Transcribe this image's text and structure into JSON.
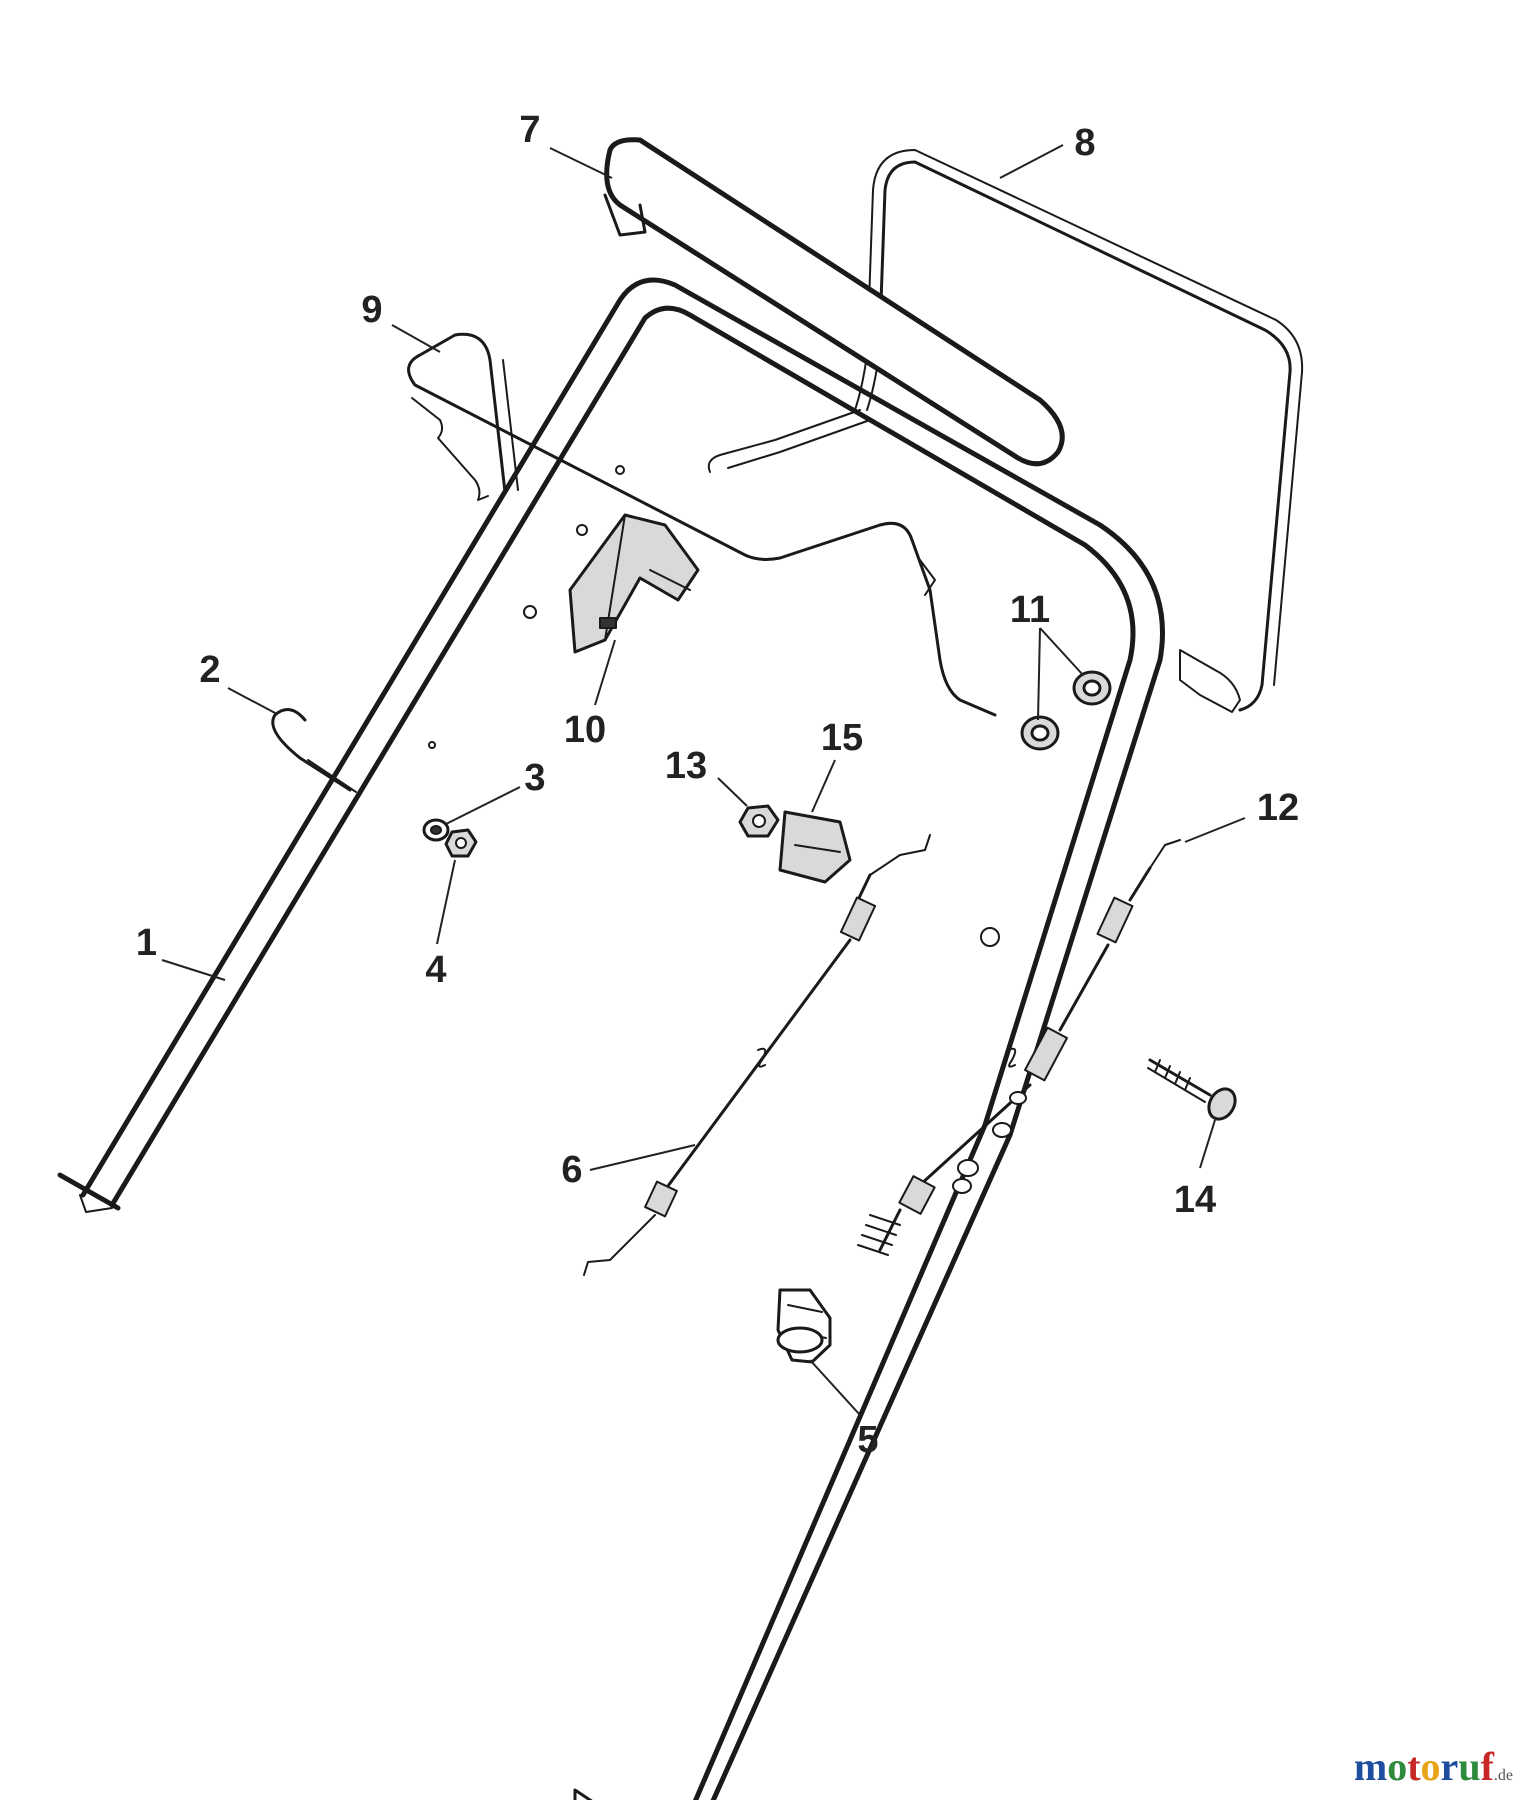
{
  "callouts": [
    {
      "id": "1",
      "label": "1"
    },
    {
      "id": "2",
      "label": "2"
    },
    {
      "id": "3",
      "label": "3"
    },
    {
      "id": "4",
      "label": "4"
    },
    {
      "id": "5",
      "label": "5"
    },
    {
      "id": "6",
      "label": "6"
    },
    {
      "id": "7",
      "label": "7"
    },
    {
      "id": "8",
      "label": "8"
    },
    {
      "id": "9",
      "label": "9"
    },
    {
      "id": "10",
      "label": "10"
    },
    {
      "id": "11",
      "label": "11"
    },
    {
      "id": "12",
      "label": "12"
    },
    {
      "id": "13",
      "label": "13"
    },
    {
      "id": "14",
      "label": "14"
    },
    {
      "id": "15",
      "label": "15"
    }
  ],
  "watermark": {
    "letters": [
      {
        "ch": "m",
        "color": "#1f4e9e"
      },
      {
        "ch": "o",
        "color": "#2e8b3d"
      },
      {
        "ch": "t",
        "color": "#c62828"
      },
      {
        "ch": "o",
        "color": "#e8a317"
      },
      {
        "ch": "r",
        "color": "#1f4e9e"
      },
      {
        "ch": "u",
        "color": "#2e8b3d"
      },
      {
        "ch": "f",
        "color": "#c62828"
      }
    ],
    "tld": ".de"
  }
}
